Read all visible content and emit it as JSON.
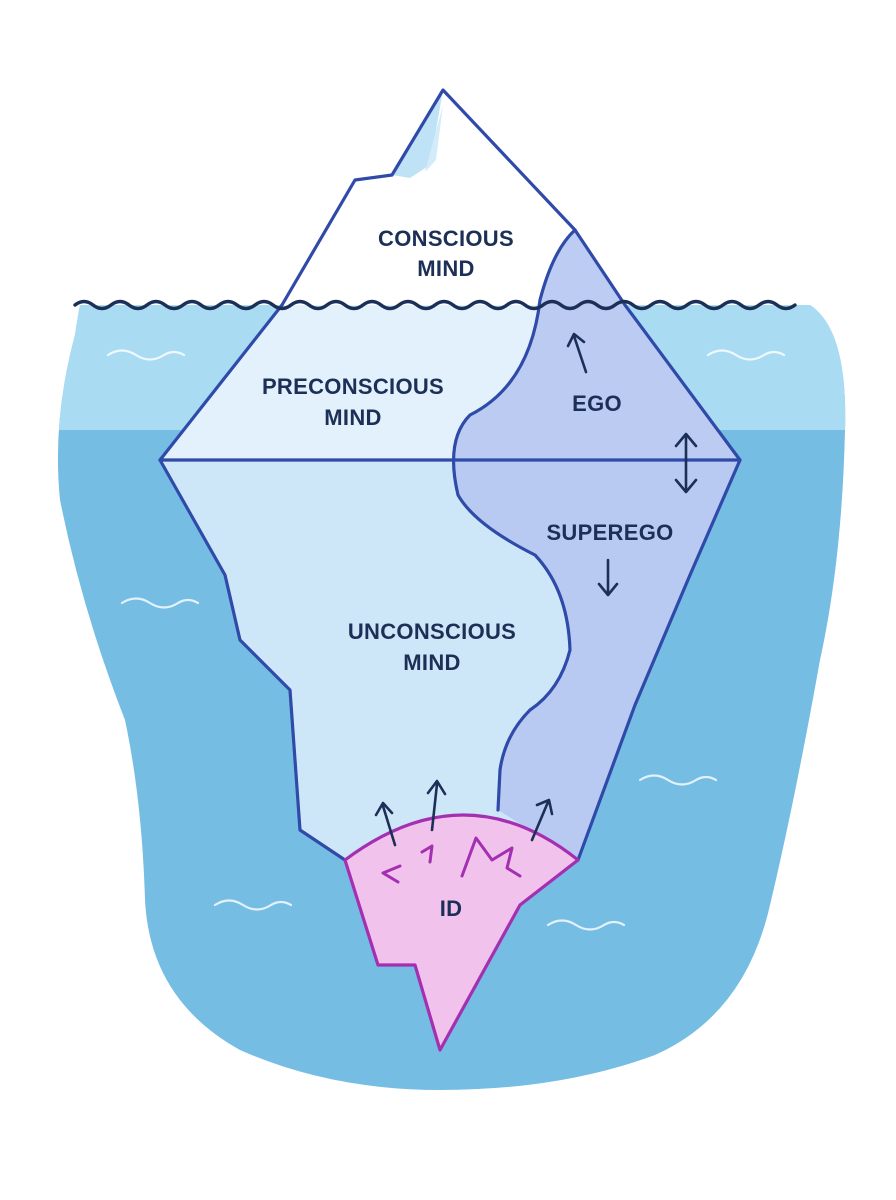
{
  "diagram": {
    "labels": {
      "conscious_line1": "CONSCIOUS",
      "conscious_line2": "MIND",
      "preconscious_line1": "PRECONSCIOUS",
      "preconscious_line2": "MIND",
      "ego": "EGO",
      "superego": "SUPEREGO",
      "unconscious_line1": "UNCONSCIOUS",
      "unconscious_line2": "MIND",
      "id": "ID"
    },
    "colors": {
      "water_surface": "#a9dcf3",
      "water_deep": "#75bde3",
      "ice_tip": "#ffffff",
      "ice_upper": "#e2f1fc",
      "ice_lower": "#cde7f8",
      "ego_region": "#b7c8f1",
      "id_region": "#f1c2ec",
      "outline": "#2f4aa8",
      "id_outline": "#a42fb0",
      "text": "#1c2f57"
    },
    "icons": [
      "waterline-wave-icon",
      "up-arrow-icon",
      "double-arrow-icon",
      "down-arrow-icon",
      "id-burst-icon"
    ]
  }
}
